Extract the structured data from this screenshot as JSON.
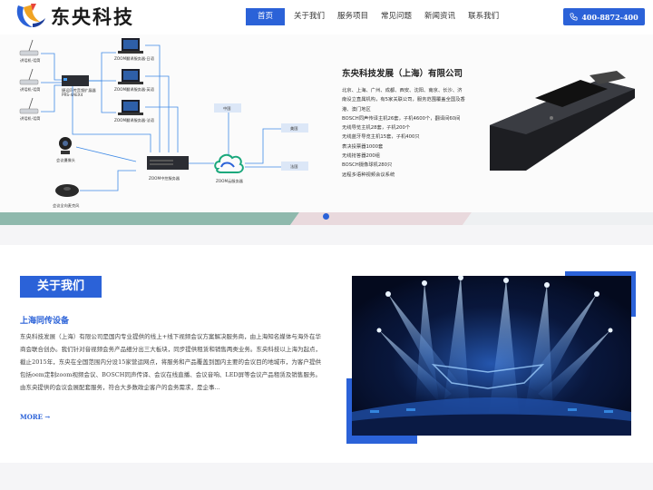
{
  "header": {
    "logo_text": "东央科技",
    "nav": [
      {
        "label": "首页",
        "active": true
      },
      {
        "label": "关于我们",
        "active": false
      },
      {
        "label": "服务项目",
        "active": false
      },
      {
        "label": "常见问题",
        "active": false
      },
      {
        "label": "新闻资讯",
        "active": false
      },
      {
        "label": "联系我们",
        "active": false
      }
    ],
    "phone": "400-8872-400",
    "phone_icon": "phone-icon"
  },
  "banner": {
    "company_name": "东央科技发展（上海）有限公司",
    "specs": [
      "北京、上海、广州、成都、西安、沈阳、南京、长沙、济",
      "南设立直属机构，有5家关联公司，服务范围覆盖全国及香",
      "港、澳门地区",
      "BOSCH同声传译主机26套，子机4600个，翻译间60间",
      "无线导览主机28套，子机200个",
      "无线蓝牙导览主机15套，子机400只",
      "表决投票器1000套",
      "无线抢答器200组",
      "BOSCH摄像球机280只",
      "远程多语种视频会议系统"
    ],
    "diagram": {
      "mic_labels": [
        "讲话机-话筒",
        "讲话机-话筒",
        "讲话机-话筒"
      ],
      "switch_label": "捷运同传音频扩展器\nPRS-4AEX4",
      "pc_labels": [
        "ZOOM翻译服务器-日语",
        "ZOOM翻译服务器-英语",
        "ZOOM翻译服务器-法语"
      ],
      "camera_label": "会议摄像头",
      "speaker_label": "会议全向麦克风",
      "server_label": "ZOOM中控服务器",
      "cloud_label": "ZOOM云服务器",
      "region_labels": [
        "中国",
        "美国",
        "法国"
      ]
    },
    "accent_color": "#2b62d8"
  },
  "about": {
    "title": "关于我们",
    "subtitle": "上海同传设备",
    "body": "东央科技发展（上海）有限公司是国内专业提供的线上+线下视频会议方案解决服务商，由上海知名媒体与海外在华商会联合创办。我们针对音视频会务产品细分出三大板块，同步提供租赁和销售两类业务。东央科技以上海为起点，截止2015年，东央在全国范围内分设15家营运网点，将服务和产品覆盖到国内主要的会议目的地城市，为客户提供包括oem定制zoom视频会议、BOSCH同声传译、会议在线直播、会议音响、LED屏等会议产品租赁及销售服务。由东央提供的会议会展配套服务，符合大多数政企客户的会务需求，是企事...",
    "more": "MORE →"
  }
}
